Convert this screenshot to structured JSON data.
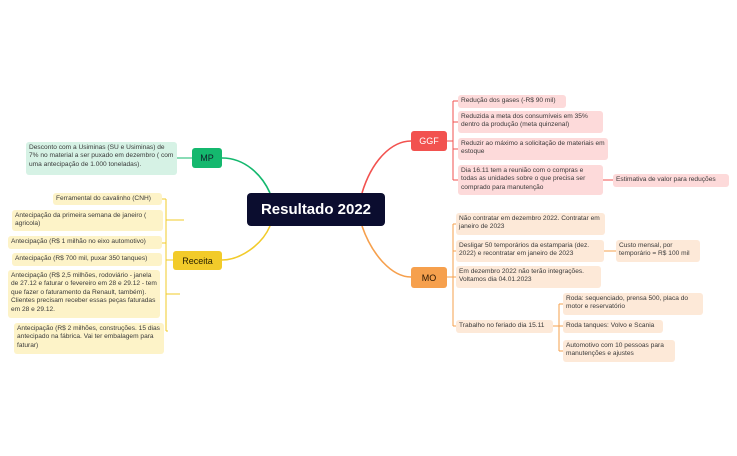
{
  "central": {
    "label": "Resultado 2022"
  },
  "colors": {
    "central_bg": "#0b0d2f",
    "mp": "#14b86e",
    "receita": "#f2cb2a",
    "ggf": "#f2524f",
    "mo": "#f6a04d"
  },
  "mp": {
    "label": "MP",
    "items": [
      "Desconto com a Usiminas (SU e Usiminas) de 7% no material a ser puxado em dezembro ( com uma antecipação de 1.000 toneladas)."
    ]
  },
  "receita": {
    "label": "Receita",
    "items": [
      "Ferramental do cavalinho (CNH)",
      "Antecipação da primeira semana de janeiro ( agricola)",
      "Antecipação (R$ 1 milhão no eixo automotivo)",
      "Antecipação (R$ 700 mil, puxar 350 tanques)",
      "Antecipação (R$ 2,5 milhões, rodoviário - janela de 27.12 e faturar o fevereiro em 28 e 29.12 - tem que fazer o faturamento da Renault, também). Clientes precisam receber essas peças faturadas em 28 e 29.12.",
      "Antecipação (R$ 2 milhões, construções. 15 dias antecipado na fábrica. Vai ter embalagem para faturar)"
    ]
  },
  "ggf": {
    "label": "GGF",
    "items": [
      "Redução dos gases (-R$ 90 mil)",
      "Reduzida a meta dos consumíveis em 35% dentro da produção (meta quinzenal)",
      "Reduzir ao máximo a solicitação de materiais em estoque",
      "Dia 16.11 tem a reunião com o compras e todas as unidades sobre o que precisa ser comprado para manutenção"
    ],
    "sub": "Estimativa de valor para reduções"
  },
  "mo": {
    "label": "MO",
    "items": [
      "Não contratar em dezembro 2022. Contratar em janeiro de 2023",
      "Desligar 50 temporários da estamparia (dez. 2022) e recontratar em janeiro de 2023",
      "Em dezembro 2022 não terão integrações. Voltamos dia 04.01.2023",
      "Trabalho no feriado dia 15.11"
    ],
    "desligar_sub": "Custo mensal, por temporário = R$ 100 mil",
    "feriado_subs": [
      "Roda: sequenciado, prensa 500, placa do motor e reservatório",
      "Roda tanques: Volvo e Scania",
      "Automotivo com 10 pessoas para manutenções e ajustes"
    ]
  }
}
